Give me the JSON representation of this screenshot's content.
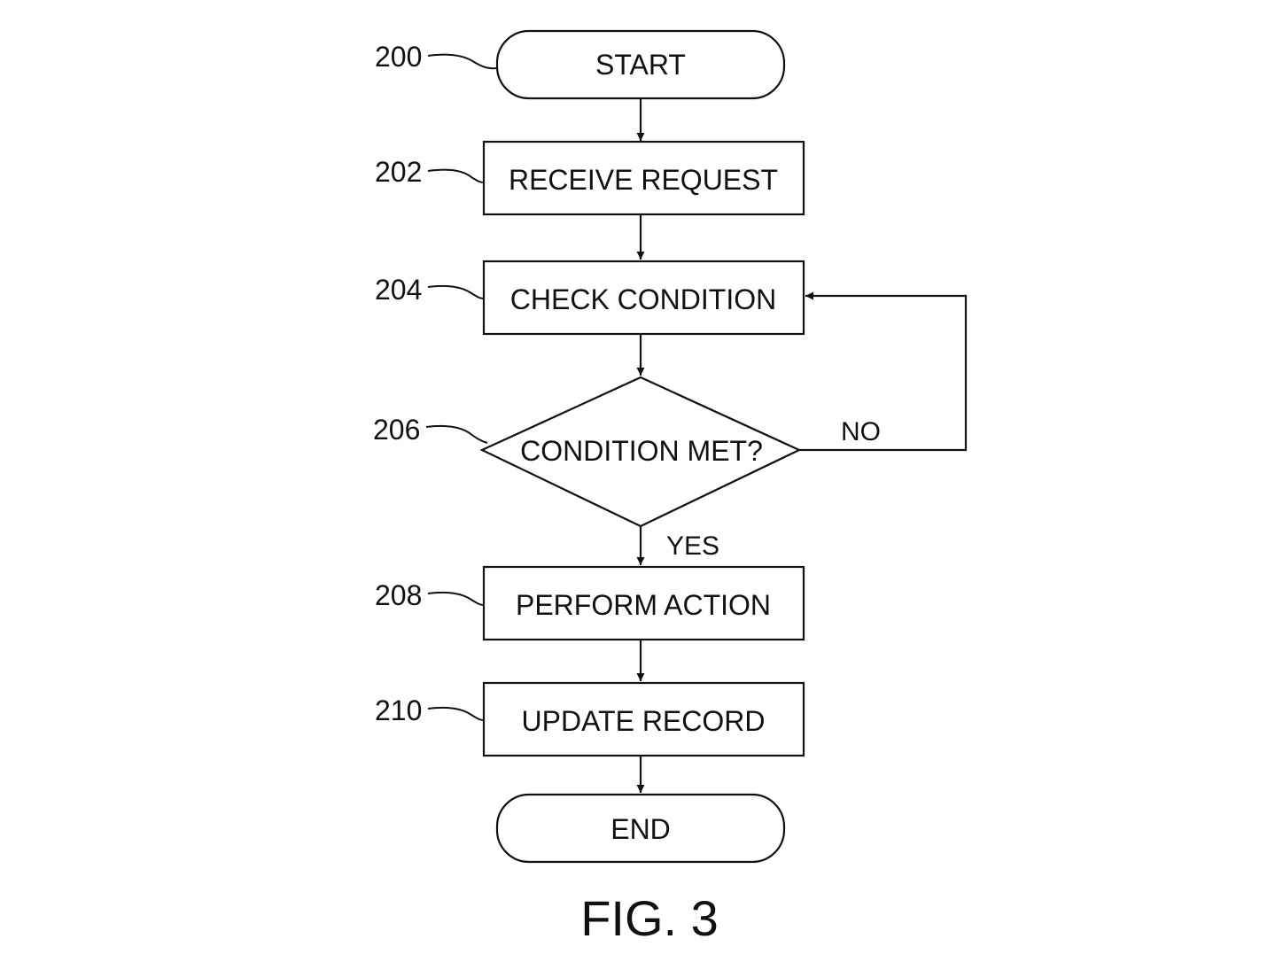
{
  "nodes": {
    "start": {
      "ref": "200",
      "label": "START"
    },
    "receive": {
      "ref": "202",
      "label": "RECEIVE REQUEST"
    },
    "check": {
      "ref": "204",
      "label": "CHECK CONDITION"
    },
    "decision": {
      "ref": "206",
      "label": "CONDITION MET?"
    },
    "perform": {
      "ref": "208",
      "label": "PERFORM ACTION"
    },
    "update": {
      "ref": "210",
      "label": "UPDATE RECORD"
    },
    "end": {
      "label": "END"
    }
  },
  "edges": {
    "no_label": "NO",
    "yes_label": "YES"
  },
  "figure_label": "FIG. 3"
}
